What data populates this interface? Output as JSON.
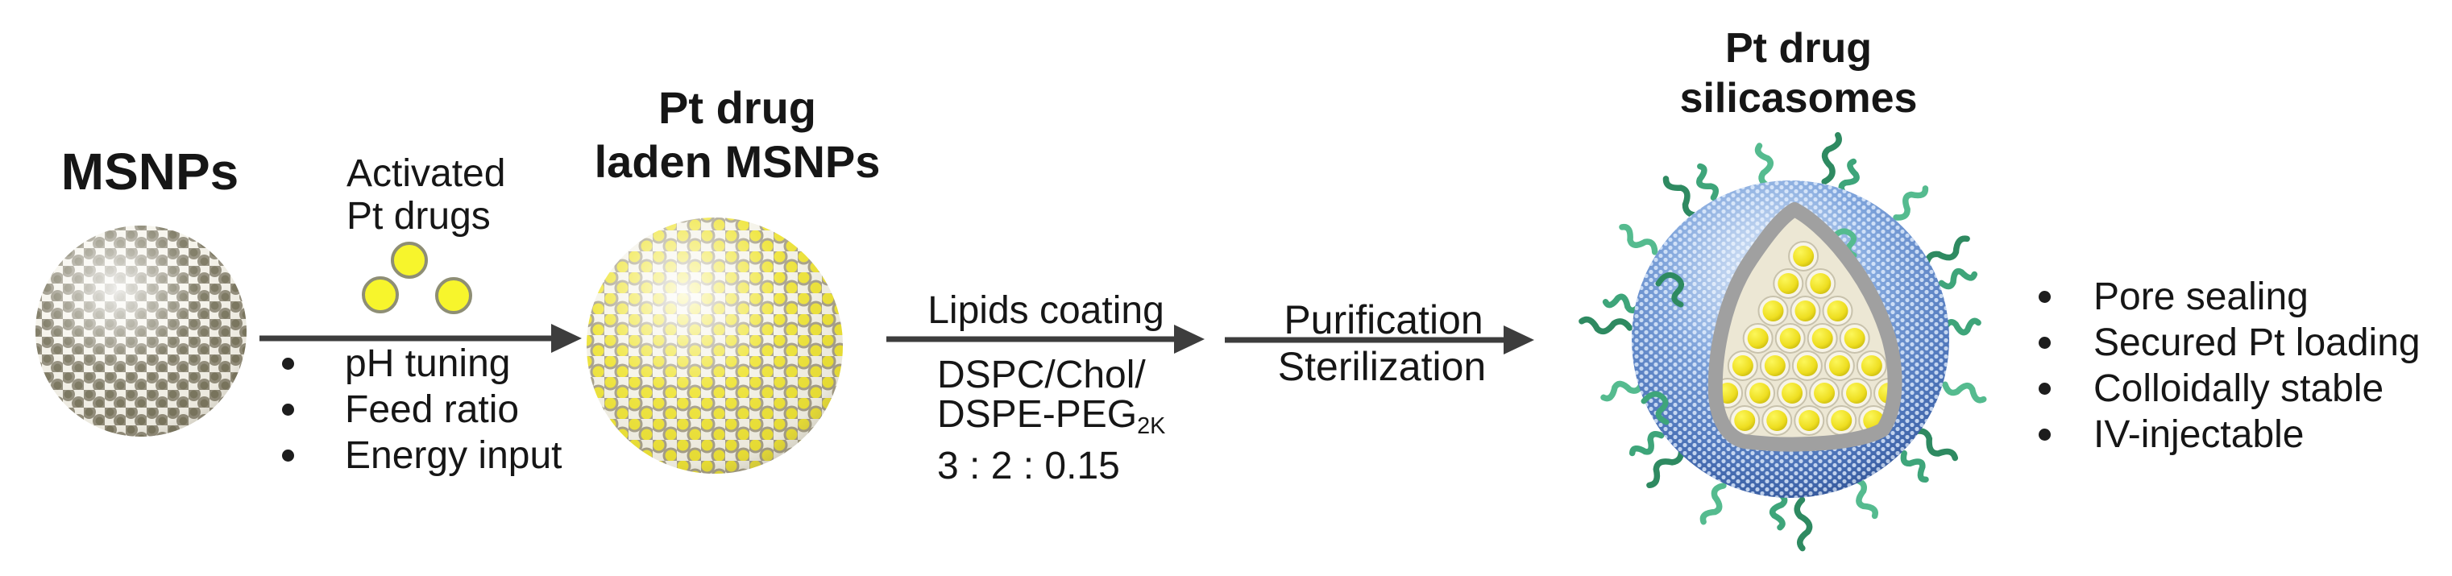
{
  "stage1": {
    "title": "MSNPs"
  },
  "activation": {
    "line1": "Activated",
    "line2": "Pt drugs"
  },
  "process1": {
    "bullets": [
      "pH tuning",
      "Feed ratio",
      "Energy input"
    ]
  },
  "stage2": {
    "title_line1": "Pt drug",
    "title_line2": "laden MSNPs"
  },
  "lipids": {
    "label": "Lipids coating",
    "formula_line1": "DSPC/Chol/",
    "formula_line2_base": "DSPE-PEG",
    "formula_line2_sub": "2K",
    "formula_line3": "3 : 2 : 0.15"
  },
  "purification": {
    "line1": "Purification",
    "line2": "Sterilization"
  },
  "stage3": {
    "title_line1": "Pt drug",
    "title_line2": "silicasomes"
  },
  "features": {
    "bullets": [
      "Pore sealing",
      "Secured Pt loading",
      "Colloidally stable",
      "IV-injectable"
    ]
  },
  "colors": {
    "drug_yellow": "#f7f52c",
    "silica_mesh": "#f5f3ea",
    "silica_hole_gray": "#8e8977",
    "lipid_blue": "#4a74b8",
    "peg_green": "#3ea57a",
    "cutaway_gray": "#a0a0a0",
    "arrow_gray": "#3d3d3d",
    "text_black": "#161616"
  }
}
